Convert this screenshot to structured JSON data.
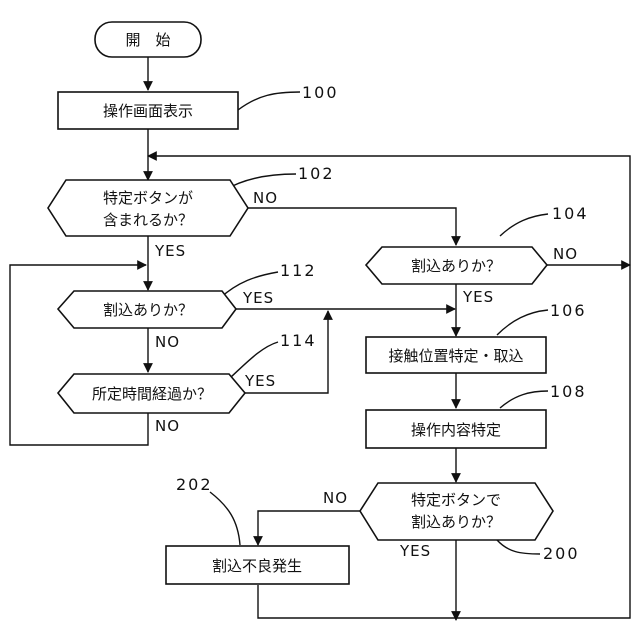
{
  "nodes": {
    "start": "開　始",
    "display": "操作画面表示",
    "has_specific_button_l1": "特定ボタンが",
    "has_specific_button_l2": "含まれるか？",
    "interrupt_check_main": "割込ありか？",
    "interrupt_check_loop": "割込ありか？",
    "timeout_check": "所定時間経過か？",
    "contact_position": "接触位置特定・取込",
    "operation_content": "操作内容特定",
    "specific_interrupt_l1": "特定ボタンで",
    "specific_interrupt_l2": "割込ありか？",
    "interrupt_failure": "割込不良発生"
  },
  "labels": {
    "no_102": "NO",
    "yes_102": "YES",
    "no_104": "NO",
    "yes_104": "YES",
    "yes_112": "YES",
    "no_112": "NO",
    "yes_114": "YES",
    "no_114": "NO",
    "no_200": "NO",
    "yes_200": "YES"
  },
  "refs": {
    "r100": "100",
    "r102": "102",
    "r104": "104",
    "r106": "106",
    "r108": "108",
    "r112": "112",
    "r114": "114",
    "r200": "200",
    "r202": "202"
  }
}
